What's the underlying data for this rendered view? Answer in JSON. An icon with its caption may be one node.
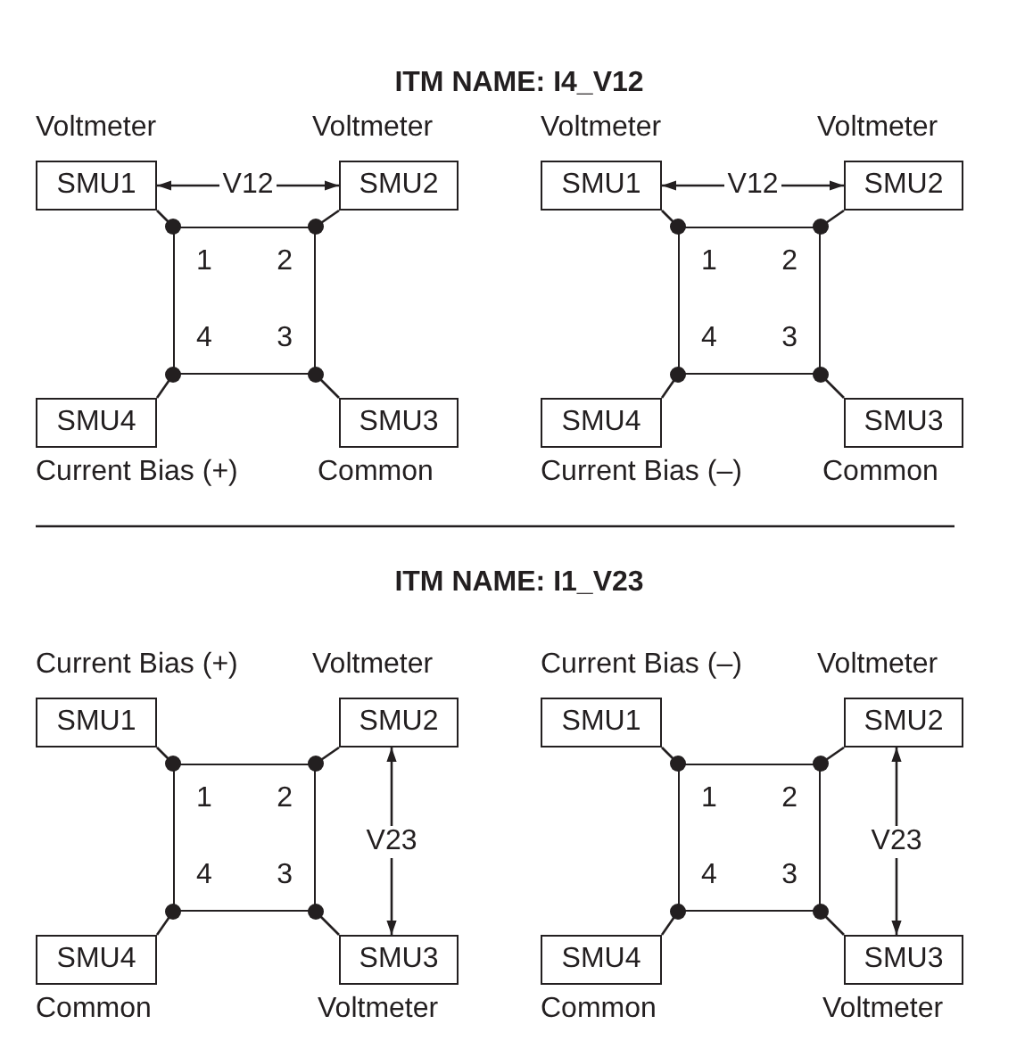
{
  "diagram": {
    "nodes": [
      {
        "text": [
          "SMU1"
        ],
        "beside": [
          "Voltmeter"
        ]
      },
      {
        "text": [
          "SMU2"
        ],
        "beside": [
          "Voltmeter"
        ]
      },
      {
        "text": [
          "1",
          "2",
          "4",
          "3"
        ]
      },
      {
        "text": [
          "SMU4"
        ],
        "beside": [
          "Current Bias (+)"
        ]
      },
      {
        "text": [
          "SMU3"
        ],
        "beside": [
          "Common"
        ]
      },
      {
        "text": [
          "SMU1"
        ],
        "beside": [
          "Voltmeter"
        ]
      },
      {
        "text": [
          "SMU2"
        ],
        "beside": [
          "Voltmeter"
        ]
      },
      {
        "text": [
          "1",
          "2",
          "4",
          "3"
        ]
      },
      {
        "text": [
          "SMU4"
        ],
        "beside": [
          "Current Bias (–)"
        ]
      },
      {
        "text": [
          "SMU3"
        ],
        "beside": [
          "Common"
        ]
      },
      {
        "text": [
          "SMU1"
        ],
        "beside": [
          "Current Bias (+)"
        ]
      },
      {
        "text": [
          "SMU2"
        ],
        "beside": [
          "Voltmeter"
        ]
      },
      {
        "text": [
          "1",
          "2",
          "4",
          "3"
        ]
      },
      {
        "text": [
          "SMU4"
        ],
        "beside": [
          "Common"
        ]
      },
      {
        "text": [
          "SMU3"
        ],
        "beside": [
          "Voltmeter"
        ]
      },
      {
        "text": [
          "SMU1"
        ],
        "beside": [
          "Current Bias (–)"
        ]
      },
      {
        "text": [
          "SMU2"
        ],
        "beside": [
          "Voltmeter"
        ]
      },
      {
        "text": [
          "1",
          "2",
          "4",
          "3"
        ]
      },
      {
        "text": [
          "SMU4"
        ],
        "beside": [
          "Common"
        ]
      },
      {
        "text": [
          "SMU3"
        ],
        "beside": [
          "Voltmeter"
        ]
      }
    ],
    "edges": [
      {
        "from": 0,
        "to": 1,
        "arrow": "both",
        "label": "V12"
      },
      {
        "from": 0,
        "to": 2,
        "arrow": "other"
      },
      {
        "from": 1,
        "to": 2,
        "arrow": "other"
      },
      {
        "from": 3,
        "to": 2,
        "arrow": "other"
      },
      {
        "from": 4,
        "to": 2,
        "arrow": "other"
      },
      {
        "from": 5,
        "to": 6,
        "arrow": "both",
        "label": "V12"
      },
      {
        "from": 5,
        "to": 7,
        "arrow": "other"
      },
      {
        "from": 6,
        "to": 7,
        "arrow": "other"
      },
      {
        "from": 8,
        "to": 7,
        "arrow": "other"
      },
      {
        "from": 9,
        "to": 7,
        "arrow": "other"
      },
      {
        "from": 11,
        "to": 14,
        "arrow": "both",
        "label": "V23"
      },
      {
        "from": 10,
        "to": 12,
        "arrow": "other"
      },
      {
        "from": 11,
        "to": 12,
        "arrow": "other"
      },
      {
        "from": 13,
        "to": 12,
        "arrow": "other"
      },
      {
        "from": 14,
        "to": 12,
        "arrow": "other"
      },
      {
        "from": 16,
        "to": 19,
        "arrow": "both",
        "label": "V23"
      },
      {
        "from": 15,
        "to": 17,
        "arrow": "other"
      },
      {
        "from": 16,
        "to": 17,
        "arrow": "other"
      },
      {
        "from": 18,
        "to": 17,
        "arrow": "other"
      },
      {
        "from": 19,
        "to": 17,
        "arrow": "other"
      }
    ],
    "labels": [
      "ITM NAME: I4_V12",
      "ITM NAME: I1_V23"
    ]
  }
}
